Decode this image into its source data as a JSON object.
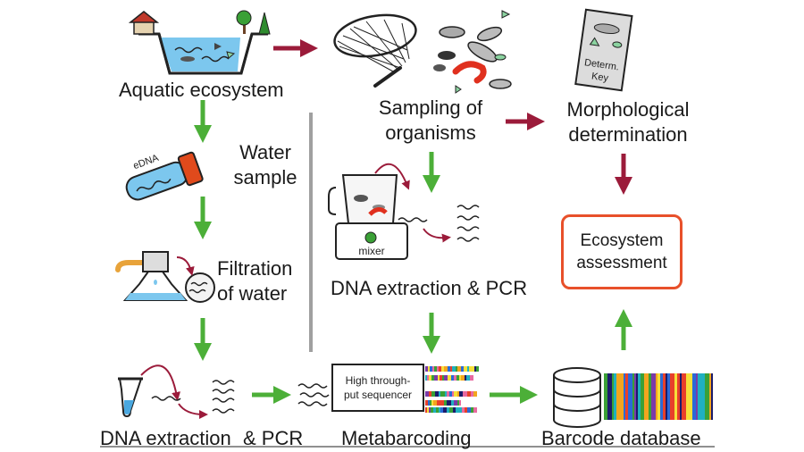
{
  "labels": {
    "aquatic_ecosystem": "Aquatic ecosystem",
    "water_sample_1": "Water",
    "water_sample_2": "sample",
    "filtration_1": "Filtration",
    "filtration_2": "of water",
    "dna_extraction_left": "DNA extraction",
    "pcr_left": "& PCR",
    "sampling_1": "Sampling of",
    "sampling_2": "organisms",
    "morph_1": "Morphological",
    "morph_2": "determination",
    "dna_extraction_mid": "DNA extraction & PCR",
    "metabarcoding": "Metabarcoding",
    "barcode_database": "Barcode database",
    "ecosystem_assessment_1": "Ecosystem",
    "ecosystem_assessment_2": "assessment"
  },
  "icon_text": {
    "tube": "eDNA",
    "key_1": "Determ.",
    "key_2": "Key",
    "mixer": "mixer",
    "sequencer_1": "High through-",
    "sequencer_2": "put sequencer"
  },
  "colors": {
    "green_arrow": "#4caf38",
    "red_arrow": "#9b1b3a",
    "assessment_border": "#e8502a",
    "divider": "#a0a0a0"
  }
}
